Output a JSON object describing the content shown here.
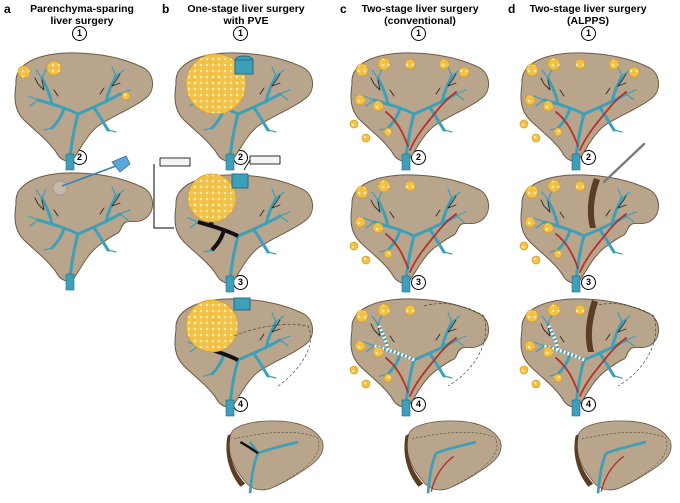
{
  "panels": [
    {
      "letter": "a",
      "title_line1": "Parenchyma-sparing",
      "title_line2": "liver surgery",
      "steps": [
        "1",
        "2"
      ]
    },
    {
      "letter": "b",
      "title_line1": "One-stage liver surgery",
      "title_line2": "with PVE",
      "steps": [
        "1",
        "2",
        "3",
        "4"
      ]
    },
    {
      "letter": "c",
      "title_line1": "Two-stage liver surgery",
      "title_line2": "(conventional)",
      "steps": [
        "1",
        "2",
        "3",
        "4"
      ]
    },
    {
      "letter": "d",
      "title_line1": "Two-stage liver surgery",
      "title_line2": "(ALPPS)",
      "steps": [
        "1",
        "2",
        "3",
        "4"
      ]
    }
  ],
  "colors": {
    "liver_fill": "#b9a58c",
    "liver_stroke": "#6e5a45",
    "portal_vein": "#3d9fb8",
    "hepatic_artery": "#b5322e",
    "bile_duct": "#2b2b2b",
    "tumour_fill": "#f4c64a",
    "tumour_inner": "#fbe08e",
    "occluded_vein": "#111111",
    "cut_surface": "#5a3d22"
  },
  "icons": [
    "liver-icon",
    "tumour-icon",
    "syringe-icon",
    "ablation-probe-icon",
    "scalpel-icon",
    "portal-vein-icon"
  ]
}
